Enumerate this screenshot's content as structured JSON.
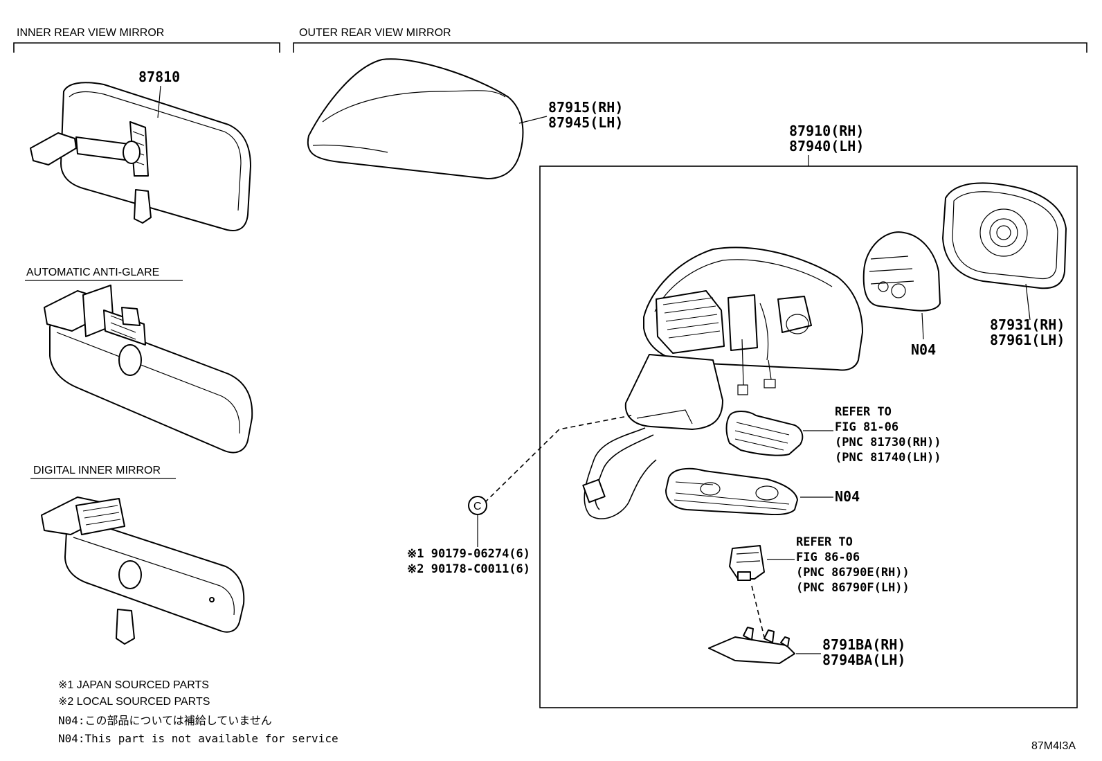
{
  "sections": {
    "inner": "INNER REAR VIEW MIRROR",
    "outer": "OUTER REAR VIEW MIRROR",
    "auto_anti_glare": "AUTOMATIC ANTI-GLARE",
    "digital_inner": "DIGITAL INNER MIRROR"
  },
  "callouts": {
    "inner_mirror": "87810",
    "cover_rh": "87915(RH)",
    "cover_lh": "87945(LH)",
    "assy_rh": "87910(RH)",
    "assy_lh": "87940(LH)",
    "glass_rh": "87931(RH)",
    "glass_lh": "87961(LH)",
    "n04_actuator": "N04",
    "refer1_line1": "REFER TO",
    "refer1_line2": "FIG 81-06",
    "refer1_line3": "(PNC 81730(RH))",
    "refer1_line4": "(PNC 81740(LH))",
    "n04_lamp": "N04",
    "refer2_line1": "REFER TO",
    "refer2_line2": "FIG 86-06",
    "refer2_line3": "(PNC 86790E(RH))",
    "refer2_line4": "(PNC 86790F(LH))",
    "bracket_rh": "8791BA(RH)",
    "bracket_lh": "8794BA(LH)",
    "clip_1": "※1 90179-06274(6)",
    "clip_2": "※2 90178-C0011(6)",
    "clip_symbol": "C"
  },
  "notes": {
    "japan": "※1 JAPAN SOURCED PARTS",
    "local": "※2 LOCAL SOURCED PARTS",
    "n04_jp": "N04:この部品については補給していません",
    "n04_en": "N04:This part is not available for service"
  },
  "figure_code": "87M4I3A"
}
